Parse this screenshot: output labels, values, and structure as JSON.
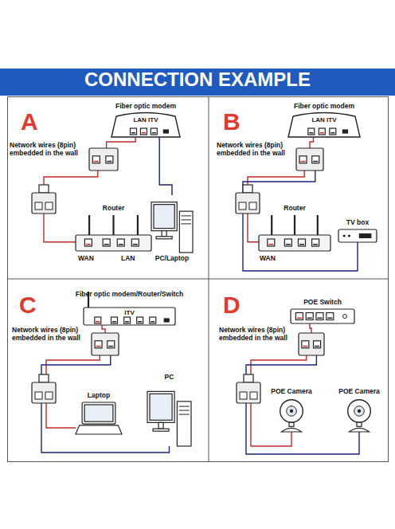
{
  "diagram": {
    "title": "CONNECTION EXAMPLE",
    "nodes": [
      {
        "text": [
          "Fiber optic modem",
          "LAN ITV"
        ]
      },
      {
        "text": [
          "Network wires (8pin) embedded in the wall"
        ]
      },
      {
        "text": [
          "Router"
        ]
      },
      {
        "text": [
          "PC/Laptop"
        ]
      },
      {
        "text": [
          "Fiber optic modem",
          "LAN ITV"
        ]
      },
      {
        "text": [
          "Network wires (8pin) embedded in the wall"
        ]
      },
      {
        "text": [
          "Router"
        ]
      },
      {
        "text": [
          "TV box"
        ]
      },
      {
        "text": [
          "Fiber optic modem/Router/Switch",
          "ITV"
        ]
      },
      {
        "text": [
          "Network wires (8pin) embedded in the wall"
        ]
      },
      {
        "text": [
          "Laptop"
        ]
      },
      {
        "text": [
          "PC"
        ]
      },
      {
        "text": [
          "POE Switch"
        ]
      },
      {
        "text": [
          "Network wires (8pin) embedded in the wall"
        ]
      },
      {
        "text": [
          "POE Camera"
        ]
      },
      {
        "text": [
          "POE Camera"
        ]
      }
    ],
    "edges": [
      {
        "from": 0,
        "to": 1,
        "arrow": "none"
      },
      {
        "from": 1,
        "to": 2,
        "arrow": "none"
      },
      {
        "from": 0,
        "to": 3,
        "arrow": "none"
      },
      {
        "from": 4,
        "to": 5,
        "arrow": "none"
      },
      {
        "from": 5,
        "to": 6,
        "arrow": "none"
      },
      {
        "from": 5,
        "to": 7,
        "arrow": "none"
      },
      {
        "from": 8,
        "to": 9,
        "arrow": "none"
      },
      {
        "from": 9,
        "to": 10,
        "arrow": "none"
      },
      {
        "from": 9,
        "to": 11,
        "arrow": "none"
      },
      {
        "from": 12,
        "to": 13,
        "arrow": "none"
      },
      {
        "from": 13,
        "to": 14,
        "arrow": "none"
      },
      {
        "from": 13,
        "to": 15,
        "arrow": "none"
      }
    ],
    "labels": [
      "A",
      "WAN",
      "LAN",
      "B",
      "WAN",
      "C",
      "D"
    ]
  }
}
